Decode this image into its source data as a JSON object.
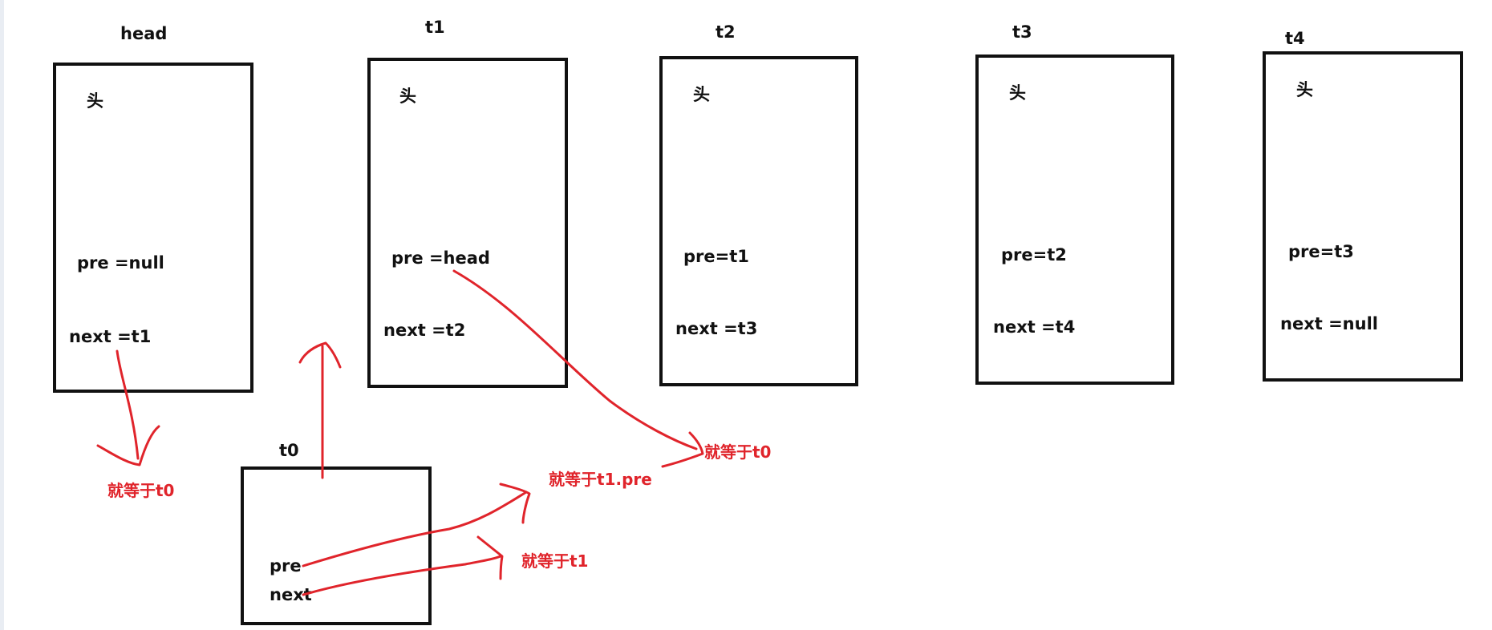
{
  "nodes": {
    "head": {
      "title": "head",
      "head_char": "头",
      "pre": "pre =null",
      "next": "next =t1"
    },
    "t1": {
      "title": "t1",
      "head_char": "头",
      "pre": "pre =head",
      "next": "next  =t2"
    },
    "t2": {
      "title": "t2",
      "head_char": "头",
      "pre": "pre=t1",
      "next": "next =t3"
    },
    "t3": {
      "title": "t3",
      "head_char": "头",
      "pre": "pre=t2",
      "next": "next =t4"
    },
    "t4": {
      "title": "t4",
      "head_char": "头",
      "pre": "pre=t3",
      "next": "next =null"
    },
    "t0": {
      "title": "t0",
      "pre": "pre",
      "next": "next"
    }
  },
  "annotations": {
    "head_next": "就等于t0",
    "t1_pre": "就等于t0",
    "t0_pre": "就等于t1.pre",
    "t0_next": "就等于t1"
  },
  "colors": {
    "ink": "#111111",
    "annotation": "#e0242b"
  }
}
